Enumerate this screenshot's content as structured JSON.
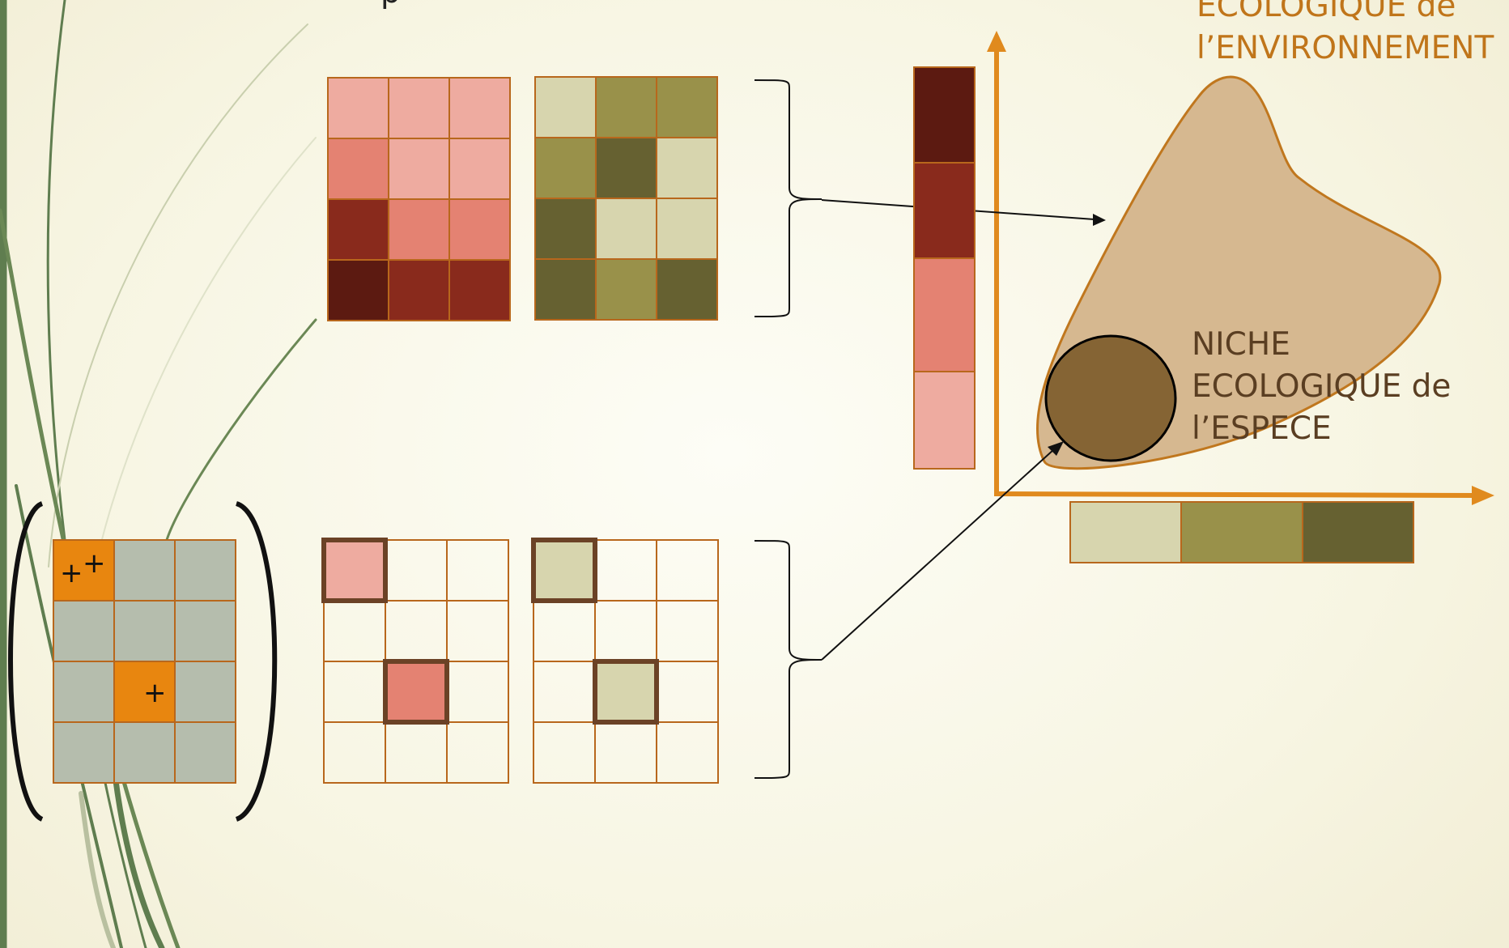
{
  "top_left_text": "p",
  "environment_niche": {
    "lines": [
      "ECOLOGIQUE de",
      "l’ENVIRONNEMENT"
    ]
  },
  "species_niche": {
    "lines": [
      "NICHE",
      "ECOLOGIQUE de",
      "l’ESPECE"
    ]
  },
  "presence_grid": {
    "cells": [
      [
        "++",
        "",
        ""
      ],
      [
        "",
        "",
        ""
      ],
      [
        "",
        "+",
        ""
      ],
      [
        "",
        "",
        ""
      ]
    ],
    "presence_positions": [
      [
        0,
        0
      ],
      [
        2,
        1
      ]
    ],
    "presence_color": "#e8860f",
    "absence_color": "#b5bdad"
  },
  "variable_1_grid": {
    "cells": [
      [
        "#eeaba0",
        "#eeaba0",
        "#eeaba0"
      ],
      [
        "#e48272",
        "#eeaba0",
        "#eeaba0"
      ],
      [
        "#892a1c",
        "#e48272",
        "#e48272"
      ],
      [
        "#5c1a11",
        "#892a1c",
        "#892a1c"
      ]
    ]
  },
  "variable_2_grid": {
    "cells": [
      [
        "#d7d5ae",
        "#99914a",
        "#99914a"
      ],
      [
        "#99914a",
        "#666131",
        "#d7d5ae"
      ],
      [
        "#666131",
        "#d7d5ae",
        "#d7d5ae"
      ],
      [
        "#666131",
        "#99914a",
        "#666131"
      ]
    ]
  },
  "variable_1_legend": [
    "#5c1a11",
    "#892a1c",
    "#e48272",
    "#eeaba0"
  ],
  "variable_2_legend": [
    "#d7d5ae",
    "#99914a",
    "#666131"
  ],
  "colors": {
    "accent_orange": "#e08a1e",
    "cell_border": "#b8671c",
    "environment_fill": "#d6b890",
    "environment_stroke": "#c0771e",
    "species_fill": "#856434",
    "highlight_border": "#6b4226",
    "leaf_green": "#5f7d4f"
  }
}
